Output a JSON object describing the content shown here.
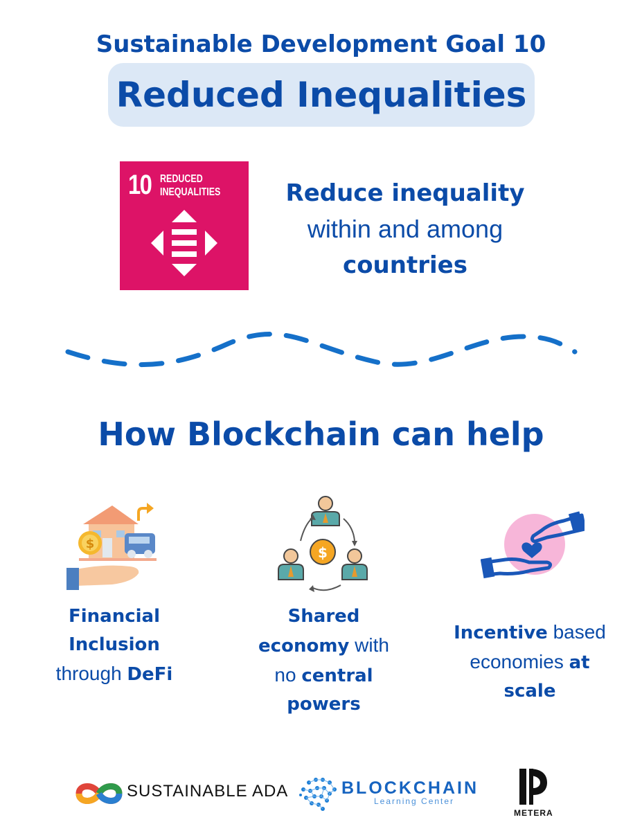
{
  "header": {
    "goal_line": "Sustainable Development Goal 10",
    "title": "Reduced Inequalities"
  },
  "sdg_tile": {
    "number": "10",
    "label_line1": "REDUCED",
    "label_line2": "INEQUALITIES",
    "color": "#dd1367"
  },
  "goal_text": {
    "line1": "Reduce inequality",
    "line2": "within and among",
    "line3": "countries"
  },
  "section_title": "How Blockchain can help",
  "benefits": [
    {
      "icon": "financial-inclusion-icon",
      "lines": [
        [
          {
            "t": "Financial",
            "b": true
          }
        ],
        [
          {
            "t": "Inclusion",
            "b": true
          }
        ],
        [
          {
            "t": "through ",
            "b": false
          },
          {
            "t": "DeFi",
            "b": true
          }
        ]
      ]
    },
    {
      "icon": "shared-economy-icon",
      "lines": [
        [
          {
            "t": "Shared",
            "b": true
          }
        ],
        [
          {
            "t": "economy",
            "b": true
          },
          {
            "t": " with",
            "b": false
          }
        ],
        [
          {
            "t": "no ",
            "b": false
          },
          {
            "t": "central",
            "b": true
          }
        ],
        [
          {
            "t": "powers",
            "b": true
          }
        ]
      ]
    },
    {
      "icon": "incentive-handshake-icon",
      "lines": [
        [
          {
            "t": "Incentive",
            "b": true
          },
          {
            "t": " based",
            "b": false
          }
        ],
        [
          {
            "t": "economies ",
            "b": false
          },
          {
            "t": "at",
            "b": true
          }
        ],
        [
          {
            "t": "scale",
            "b": true
          }
        ]
      ]
    }
  ],
  "logos": {
    "sustainable_ada": "SUSTAINABLE ADA",
    "blockchain_main": "BLOCKCHAIN",
    "blockchain_sub": "Learning Center",
    "metera": "METERA"
  },
  "colors": {
    "primary_blue": "#0b4ba8",
    "pill_bg": "#dce8f6",
    "sdg_pink": "#dd1367",
    "wave_blue": "#1570c9"
  }
}
